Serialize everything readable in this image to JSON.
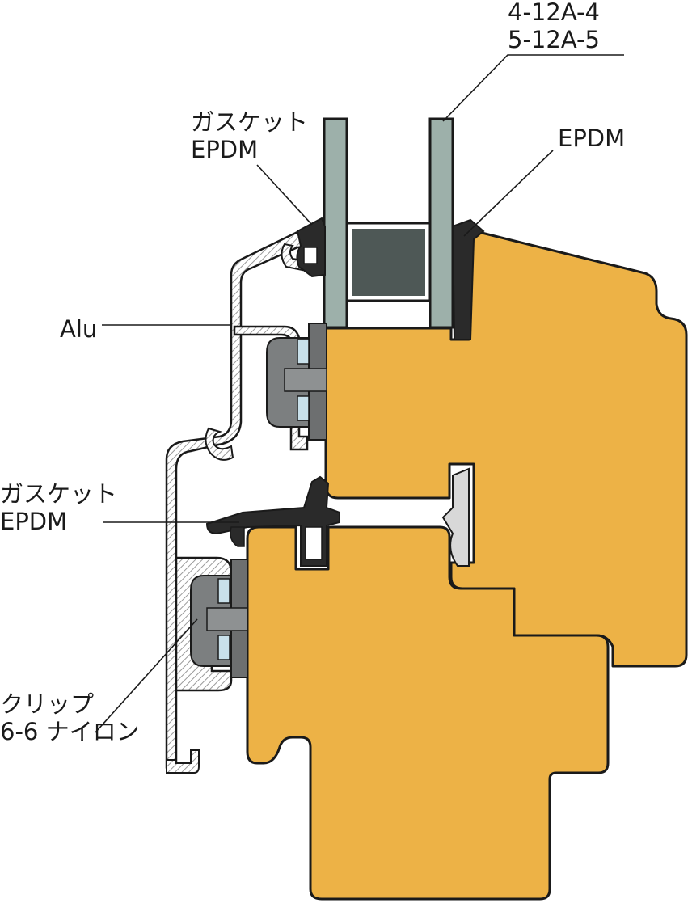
{
  "labels": {
    "glass": [
      "4-12A-4",
      "5-12A-5"
    ],
    "gasket_top": [
      "ガスケット",
      "EPDM"
    ],
    "epdm_right": "EPDM",
    "alu": "Alu",
    "gasket_mid": [
      "ガスケット",
      "EPDM"
    ],
    "clip": [
      "クリップ",
      "6-6 ナイロン"
    ]
  },
  "colors": {
    "wood": "#EDB246",
    "outline": "#1a1a1a",
    "glass": "#9DB0AA",
    "spacer": "#4E5856",
    "gasket": "#2a2a2a",
    "aluminium_hatch": "#b8b8b8",
    "clip": "#7c7f80",
    "clip_light": "#c8e0ea"
  }
}
